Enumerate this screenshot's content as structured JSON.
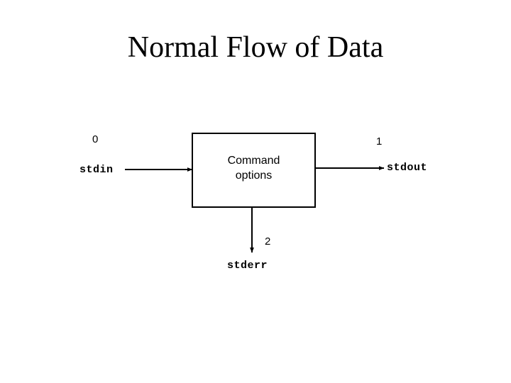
{
  "slide": {
    "title": "Normal Flow of Data",
    "background_color": "#ffffff",
    "ink_color": "#000000"
  },
  "diagram": {
    "type": "flow",
    "process": {
      "name": "command-process-box",
      "line1": "Command",
      "line2": "options",
      "border_color": "#000000",
      "fill_color": "#ffffff"
    },
    "streams": [
      {
        "id": "stdin",
        "label": "stdin",
        "descriptor": "0",
        "direction": "input",
        "side": "left"
      },
      {
        "id": "stdout",
        "label": "stdout",
        "descriptor": "1",
        "direction": "output",
        "side": "right"
      },
      {
        "id": "stderr",
        "label": "stderr",
        "descriptor": "2",
        "direction": "output",
        "side": "bottom"
      }
    ]
  }
}
